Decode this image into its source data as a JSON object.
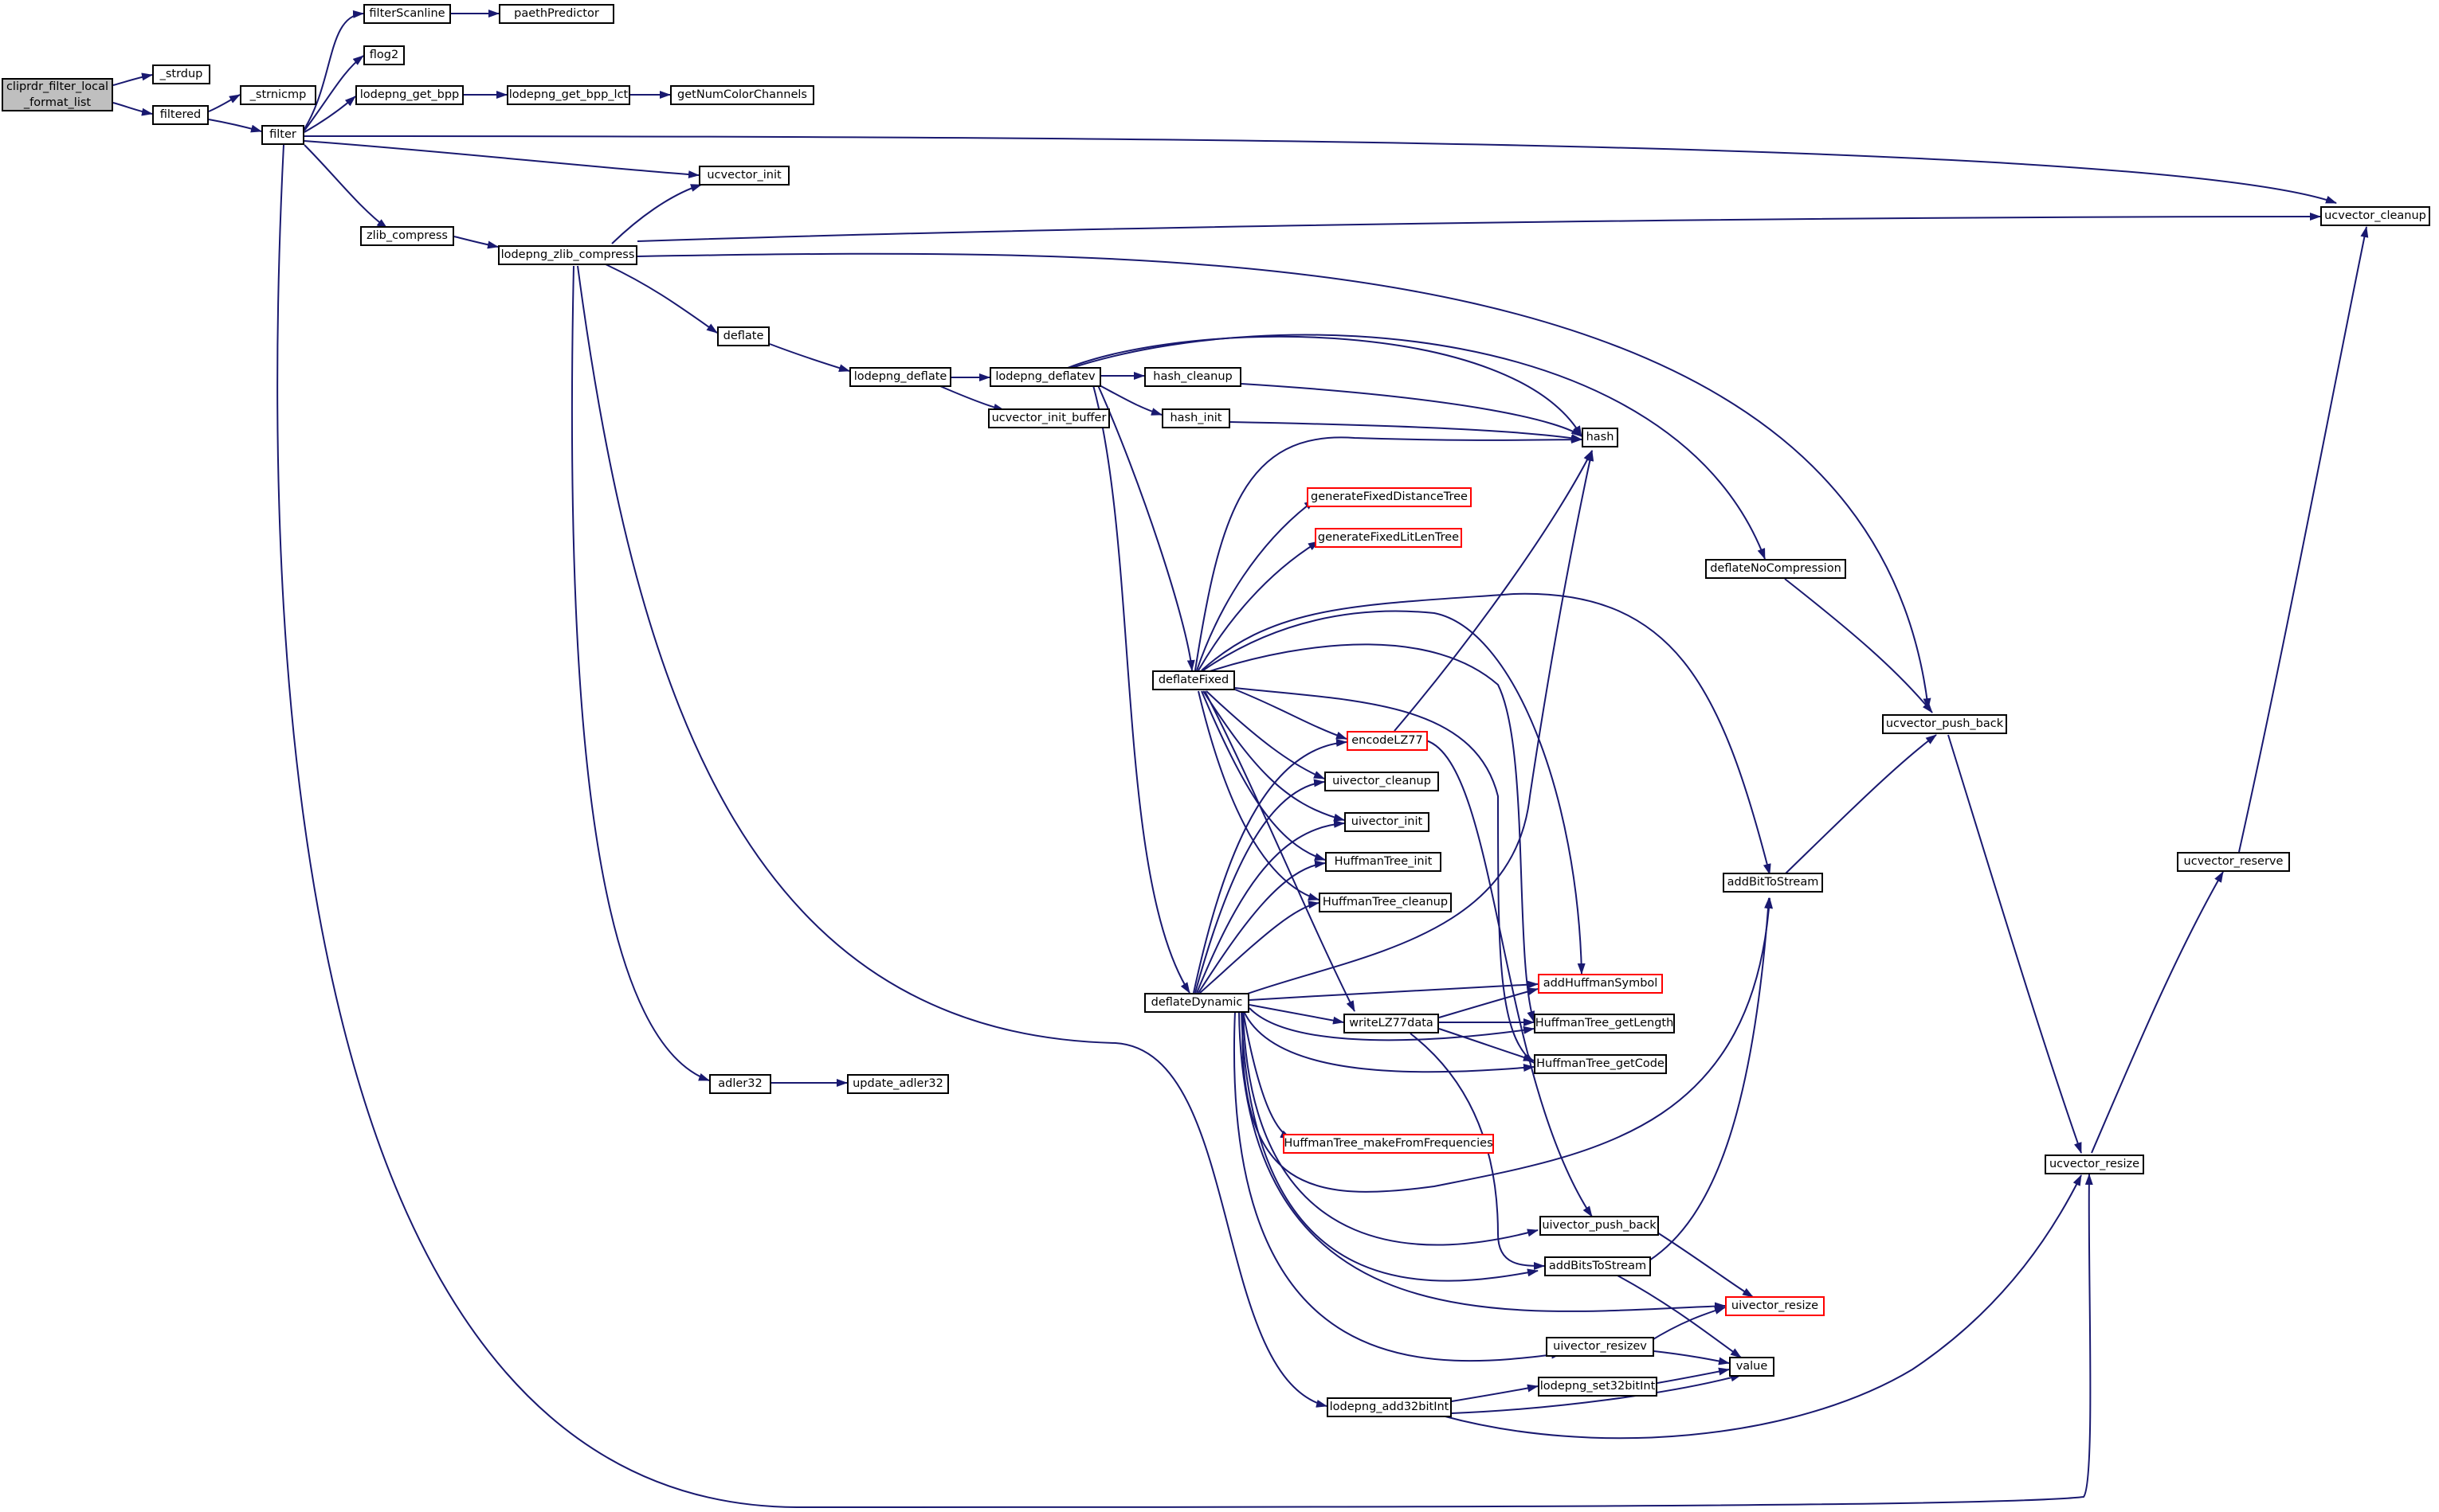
{
  "colors": {
    "edge": "#191970",
    "border": "#000000",
    "truncated_border": "#ff0000",
    "root_fill": "#bfbfbf",
    "background": "#ffffff"
  },
  "nodes": {
    "root": "cliprdr_filter_local\n_format_list",
    "strdup": "_strdup",
    "filtered": "filtered",
    "strnicmp": "_strnicmp",
    "filter": "filter",
    "filterScanline": "filterScanline",
    "paethPredictor": "paethPredictor",
    "flog2": "flog2",
    "lodepng_get_bpp": "lodepng_get_bpp",
    "lodepng_get_bpp_lct": "lodepng_get_bpp_lct",
    "getNumColorChannels": "getNumColorChannels",
    "ucvector_init": "ucvector_init",
    "ucvector_cleanup": "ucvector_cleanup",
    "zlib_compress": "zlib_compress",
    "lodepng_zlib_compress": "lodepng_zlib_compress",
    "deflate": "deflate",
    "lodepng_deflate": "lodepng_deflate",
    "lodepng_deflatev": "lodepng_deflatev",
    "hash_cleanup": "hash_cleanup",
    "hash_init": "hash_init",
    "hash": "hash",
    "ucvector_init_buffer": "ucvector_init_buffer",
    "generateFixedDistanceTree": "generateFixedDistanceTree",
    "generateFixedLitLenTree": "generateFixedLitLenTree",
    "deflateNoCompression": "deflateNoCompression",
    "deflateFixed": "deflateFixed",
    "encodeLZ77": "encodeLZ77",
    "ucvector_push_back": "ucvector_push_back",
    "uivector_cleanup": "uivector_cleanup",
    "uivector_init": "uivector_init",
    "HuffmanTree_init": "HuffmanTree_init",
    "HuffmanTree_cleanup": "HuffmanTree_cleanup",
    "ucvector_reserve": "ucvector_reserve",
    "addBitToStream": "addBitToStream",
    "addHuffmanSymbol": "addHuffmanSymbol",
    "deflateDynamic": "deflateDynamic",
    "writeLZ77data": "writeLZ77data",
    "HuffmanTree_getLength": "HuffmanTree_getLength",
    "HuffmanTree_getCode": "HuffmanTree_getCode",
    "adler32": "adler32",
    "update_adler32": "update_adler32",
    "HuffmanTree_makeFromFrequencies": "HuffmanTree_makeFromFrequencies",
    "ucvector_resize": "ucvector_resize",
    "uivector_push_back": "uivector_push_back",
    "addBitsToStream": "addBitsToStream",
    "uivector_resize": "uivector_resize",
    "uivector_resizev": "uivector_resizev",
    "value": "value",
    "lodepng_set32bitInt": "lodepng_set32bitInt",
    "lodepng_add32bitInt": "lodepng_add32bitInt"
  }
}
